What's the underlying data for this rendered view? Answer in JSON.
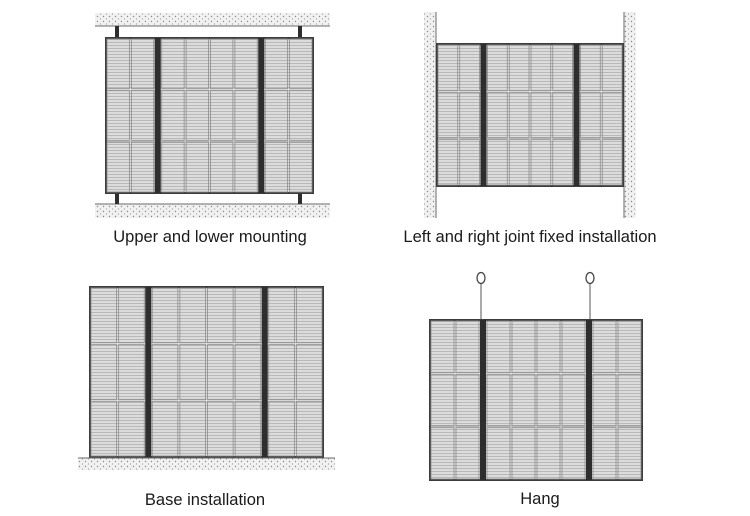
{
  "colors": {
    "panel_fill": "#dcdcdc",
    "panel_stripe": "#b6b6b6",
    "frame": "#3c3c3c",
    "beam": "#2e2e2e",
    "surface": "#e9e9e9",
    "surface_dots": "#8a8a8a",
    "text": "#1a1a1a"
  },
  "diagrams": [
    {
      "type": "upper-lower-mounting",
      "caption": "Upper and lower mounting",
      "cabinet_groups": [
        2,
        4,
        2
      ],
      "rows": 3,
      "icon": "wall-bracket-icon"
    },
    {
      "type": "left-right-joint-fixed",
      "caption": "Left and right joint fixed installation",
      "cabinet_groups": [
        2,
        4,
        2
      ],
      "rows": 3,
      "icon": "side-wall-icon"
    },
    {
      "type": "base-installation",
      "caption": "Base installation",
      "cabinet_groups": [
        2,
        4,
        2
      ],
      "rows": 3,
      "icon": "floor-base-icon"
    },
    {
      "type": "hang",
      "caption": "Hang",
      "cabinet_groups": [
        2,
        4,
        2
      ],
      "rows": 3,
      "icon": "hanging-hook-icon"
    }
  ]
}
